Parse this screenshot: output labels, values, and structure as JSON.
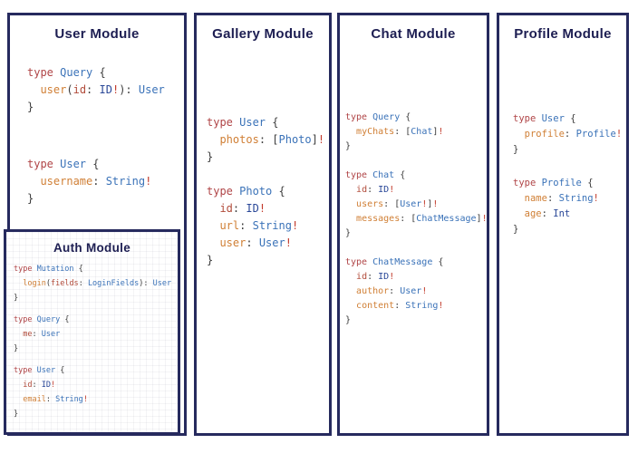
{
  "theme": {
    "border": "#262a5e",
    "title": "#1d1e52",
    "background": "#ffffff"
  },
  "colors": {
    "kw": "#b04547",
    "type": "#3a72b8",
    "field": "#d07f35",
    "arg": "#b14b3a",
    "scalar": "#2a4898",
    "bang": "#c23a2b",
    "p": "#3d3d3d"
  },
  "panels": [
    {
      "id": "user",
      "title": "User Module",
      "blocks": [
        [
          [
            {
              "t": "type ",
              "c": "kw"
            },
            {
              "t": "Query ",
              "c": "type"
            },
            {
              "t": "{",
              "c": "p"
            }
          ],
          [
            {
              "t": "  ",
              "c": "p"
            },
            {
              "t": "user",
              "c": "field"
            },
            {
              "t": "(",
              "c": "p"
            },
            {
              "t": "id",
              "c": "arg"
            },
            {
              "t": ": ",
              "c": "p"
            },
            {
              "t": "ID",
              "c": "scalar"
            },
            {
              "t": "!",
              "c": "bang"
            },
            {
              "t": "): ",
              "c": "p"
            },
            {
              "t": "User",
              "c": "type"
            }
          ],
          [
            {
              "t": "}",
              "c": "p"
            }
          ]
        ],
        [
          [
            {
              "t": "type ",
              "c": "kw"
            },
            {
              "t": "User ",
              "c": "type"
            },
            {
              "t": "{",
              "c": "p"
            }
          ],
          [
            {
              "t": "  ",
              "c": "p"
            },
            {
              "t": "username",
              "c": "field"
            },
            {
              "t": ": ",
              "c": "p"
            },
            {
              "t": "String",
              "c": "type"
            },
            {
              "t": "!",
              "c": "bang"
            }
          ],
          [
            {
              "t": "}",
              "c": "p"
            }
          ]
        ]
      ]
    },
    {
      "id": "gallery",
      "title": "Gallery Module",
      "blocks": [
        [
          [
            {
              "t": "type ",
              "c": "kw"
            },
            {
              "t": "User ",
              "c": "type"
            },
            {
              "t": "{",
              "c": "p"
            }
          ],
          [
            {
              "t": "  ",
              "c": "p"
            },
            {
              "t": "photos",
              "c": "field"
            },
            {
              "t": ": ",
              "c": "p"
            },
            {
              "t": "[",
              "c": "p"
            },
            {
              "t": "Photo",
              "c": "type"
            },
            {
              "t": "]",
              "c": "p"
            },
            {
              "t": "!",
              "c": "bang"
            }
          ],
          [
            {
              "t": "}",
              "c": "p"
            }
          ]
        ],
        [
          [
            {
              "t": "type ",
              "c": "kw"
            },
            {
              "t": "Photo ",
              "c": "type"
            },
            {
              "t": "{",
              "c": "p"
            }
          ],
          [
            {
              "t": "  ",
              "c": "p"
            },
            {
              "t": "id",
              "c": "arg"
            },
            {
              "t": ": ",
              "c": "p"
            },
            {
              "t": "ID",
              "c": "scalar"
            },
            {
              "t": "!",
              "c": "bang"
            }
          ],
          [
            {
              "t": "  ",
              "c": "p"
            },
            {
              "t": "url",
              "c": "field"
            },
            {
              "t": ": ",
              "c": "p"
            },
            {
              "t": "String",
              "c": "type"
            },
            {
              "t": "!",
              "c": "bang"
            }
          ],
          [
            {
              "t": "  ",
              "c": "p"
            },
            {
              "t": "user",
              "c": "field"
            },
            {
              "t": ": ",
              "c": "p"
            },
            {
              "t": "User",
              "c": "type"
            },
            {
              "t": "!",
              "c": "bang"
            }
          ],
          [
            {
              "t": "}",
              "c": "p"
            }
          ]
        ]
      ]
    },
    {
      "id": "chat",
      "title": "Chat Module",
      "blocks": [
        [
          [
            {
              "t": "type ",
              "c": "kw"
            },
            {
              "t": "Query ",
              "c": "type"
            },
            {
              "t": "{",
              "c": "p"
            }
          ],
          [
            {
              "t": "  ",
              "c": "p"
            },
            {
              "t": "myChats",
              "c": "field"
            },
            {
              "t": ": ",
              "c": "p"
            },
            {
              "t": "[",
              "c": "p"
            },
            {
              "t": "Chat",
              "c": "type"
            },
            {
              "t": "]",
              "c": "p"
            },
            {
              "t": "!",
              "c": "bang"
            }
          ],
          [
            {
              "t": "}",
              "c": "p"
            }
          ]
        ],
        [
          [
            {
              "t": "type ",
              "c": "kw"
            },
            {
              "t": "Chat ",
              "c": "type"
            },
            {
              "t": "{",
              "c": "p"
            }
          ],
          [
            {
              "t": "  ",
              "c": "p"
            },
            {
              "t": "id",
              "c": "arg"
            },
            {
              "t": ": ",
              "c": "p"
            },
            {
              "t": "ID",
              "c": "scalar"
            },
            {
              "t": "!",
              "c": "bang"
            }
          ],
          [
            {
              "t": "  ",
              "c": "p"
            },
            {
              "t": "users",
              "c": "field"
            },
            {
              "t": ": ",
              "c": "p"
            },
            {
              "t": "[",
              "c": "p"
            },
            {
              "t": "User",
              "c": "type"
            },
            {
              "t": "!",
              "c": "bang"
            },
            {
              "t": "]",
              "c": "p"
            },
            {
              "t": "!",
              "c": "bang"
            }
          ],
          [
            {
              "t": "  ",
              "c": "p"
            },
            {
              "t": "messages",
              "c": "field"
            },
            {
              "t": ": ",
              "c": "p"
            },
            {
              "t": "[",
              "c": "p"
            },
            {
              "t": "ChatMessage",
              "c": "type"
            },
            {
              "t": "]",
              "c": "p"
            },
            {
              "t": "!",
              "c": "bang"
            }
          ],
          [
            {
              "t": "}",
              "c": "p"
            }
          ]
        ],
        [
          [
            {
              "t": "type ",
              "c": "kw"
            },
            {
              "t": "ChatMessage ",
              "c": "type"
            },
            {
              "t": "{",
              "c": "p"
            }
          ],
          [
            {
              "t": "  ",
              "c": "p"
            },
            {
              "t": "id",
              "c": "arg"
            },
            {
              "t": ": ",
              "c": "p"
            },
            {
              "t": "ID",
              "c": "scalar"
            },
            {
              "t": "!",
              "c": "bang"
            }
          ],
          [
            {
              "t": "  ",
              "c": "p"
            },
            {
              "t": "author",
              "c": "field"
            },
            {
              "t": ": ",
              "c": "p"
            },
            {
              "t": "User",
              "c": "type"
            },
            {
              "t": "!",
              "c": "bang"
            }
          ],
          [
            {
              "t": "  ",
              "c": "p"
            },
            {
              "t": "content",
              "c": "field"
            },
            {
              "t": ": ",
              "c": "p"
            },
            {
              "t": "String",
              "c": "type"
            },
            {
              "t": "!",
              "c": "bang"
            }
          ],
          [
            {
              "t": "}",
              "c": "p"
            }
          ]
        ]
      ]
    },
    {
      "id": "profile",
      "title": "Profile Module",
      "blocks": [
        [
          [
            {
              "t": "type ",
              "c": "kw"
            },
            {
              "t": "User ",
              "c": "type"
            },
            {
              "t": "{",
              "c": "p"
            }
          ],
          [
            {
              "t": "  ",
              "c": "p"
            },
            {
              "t": "profile",
              "c": "field"
            },
            {
              "t": ": ",
              "c": "p"
            },
            {
              "t": "Profile",
              "c": "type"
            },
            {
              "t": "!",
              "c": "bang"
            }
          ],
          [
            {
              "t": "}",
              "c": "p"
            }
          ]
        ],
        [
          [
            {
              "t": "type ",
              "c": "kw"
            },
            {
              "t": "Profile ",
              "c": "type"
            },
            {
              "t": "{",
              "c": "p"
            }
          ],
          [
            {
              "t": "  ",
              "c": "p"
            },
            {
              "t": "name",
              "c": "field"
            },
            {
              "t": ": ",
              "c": "p"
            },
            {
              "t": "String",
              "c": "type"
            },
            {
              "t": "!",
              "c": "bang"
            }
          ],
          [
            {
              "t": "  ",
              "c": "p"
            },
            {
              "t": "age",
              "c": "field"
            },
            {
              "t": ": ",
              "c": "p"
            },
            {
              "t": "Int",
              "c": "scalar"
            }
          ],
          [
            {
              "t": "}",
              "c": "p"
            }
          ]
        ]
      ]
    },
    {
      "id": "auth",
      "title": "Auth Module",
      "blocks": [
        [
          [
            {
              "t": "type ",
              "c": "kw"
            },
            {
              "t": "Mutation ",
              "c": "type"
            },
            {
              "t": "{",
              "c": "p"
            }
          ],
          [
            {
              "t": "  ",
              "c": "p"
            },
            {
              "t": "login",
              "c": "field"
            },
            {
              "t": "(",
              "c": "p"
            },
            {
              "t": "fields",
              "c": "arg"
            },
            {
              "t": ": ",
              "c": "p"
            },
            {
              "t": "LoginFields",
              "c": "type"
            },
            {
              "t": "): ",
              "c": "p"
            },
            {
              "t": "User",
              "c": "type"
            }
          ],
          [
            {
              "t": "}",
              "c": "p"
            }
          ]
        ],
        [
          [
            {
              "t": "type ",
              "c": "kw"
            },
            {
              "t": "Query ",
              "c": "type"
            },
            {
              "t": "{",
              "c": "p"
            }
          ],
          [
            {
              "t": "  ",
              "c": "p"
            },
            {
              "t": "me",
              "c": "arg"
            },
            {
              "t": ": ",
              "c": "p"
            },
            {
              "t": "User",
              "c": "type"
            }
          ],
          [
            {
              "t": "}",
              "c": "p"
            }
          ]
        ],
        [
          [
            {
              "t": "type ",
              "c": "kw"
            },
            {
              "t": "User ",
              "c": "type"
            },
            {
              "t": "{",
              "c": "p"
            }
          ],
          [
            {
              "t": "  ",
              "c": "p"
            },
            {
              "t": "id",
              "c": "arg"
            },
            {
              "t": ": ",
              "c": "p"
            },
            {
              "t": "ID",
              "c": "scalar"
            },
            {
              "t": "!",
              "c": "bang"
            }
          ],
          [
            {
              "t": "  ",
              "c": "p"
            },
            {
              "t": "email",
              "c": "field"
            },
            {
              "t": ": ",
              "c": "p"
            },
            {
              "t": "String",
              "c": "type"
            },
            {
              "t": "!",
              "c": "bang"
            }
          ],
          [
            {
              "t": "}",
              "c": "p"
            }
          ]
        ]
      ]
    }
  ]
}
